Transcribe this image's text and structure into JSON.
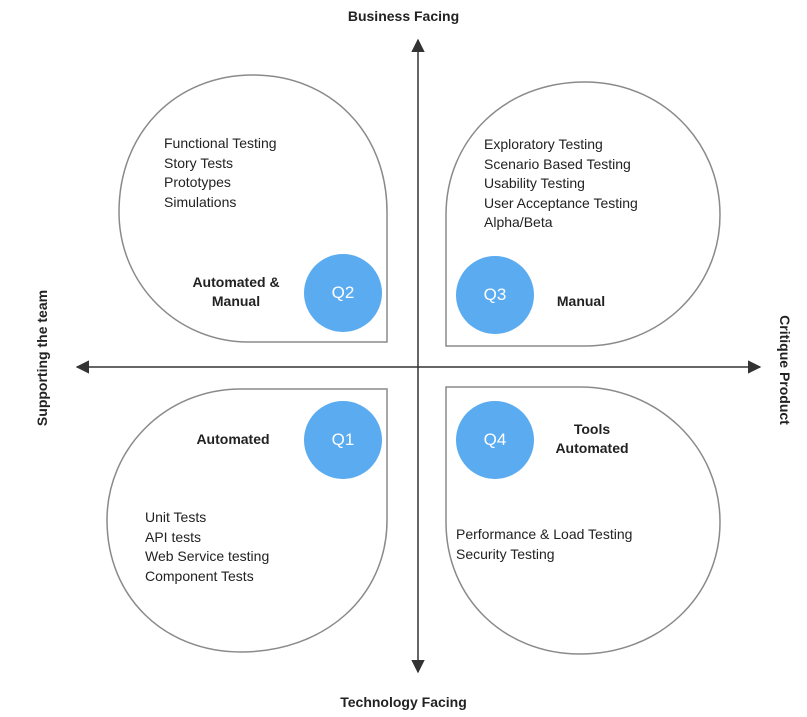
{
  "axes": {
    "top": "Business Facing",
    "bottom": "Technology Facing",
    "left": "Supporting the team",
    "right": "Critique Product"
  },
  "quadrants": {
    "q1": {
      "badge": "Q1",
      "mode_lines": [
        "Automated"
      ],
      "items": [
        "Unit Tests",
        "API tests",
        "Web Service testing",
        "Component Tests"
      ]
    },
    "q2": {
      "badge": "Q2",
      "mode_lines": [
        "Automated &",
        "Manual"
      ],
      "items": [
        "Functional Testing",
        "Story Tests",
        "Prototypes",
        "Simulations"
      ]
    },
    "q3": {
      "badge": "Q3",
      "mode_lines": [
        "Manual"
      ],
      "items": [
        "Exploratory Testing",
        "Scenario Based Testing",
        "Usability Testing",
        "User Acceptance Testing",
        "Alpha/Beta"
      ]
    },
    "q4": {
      "badge": "Q4",
      "mode_lines": [
        "Tools",
        "Automated"
      ],
      "items": [
        "Performance & Load Testing",
        "Security Testing"
      ]
    }
  },
  "colors": {
    "badge": "#5aabf0",
    "shape_stroke": "#8a8a8a",
    "axis": "#333333"
  }
}
